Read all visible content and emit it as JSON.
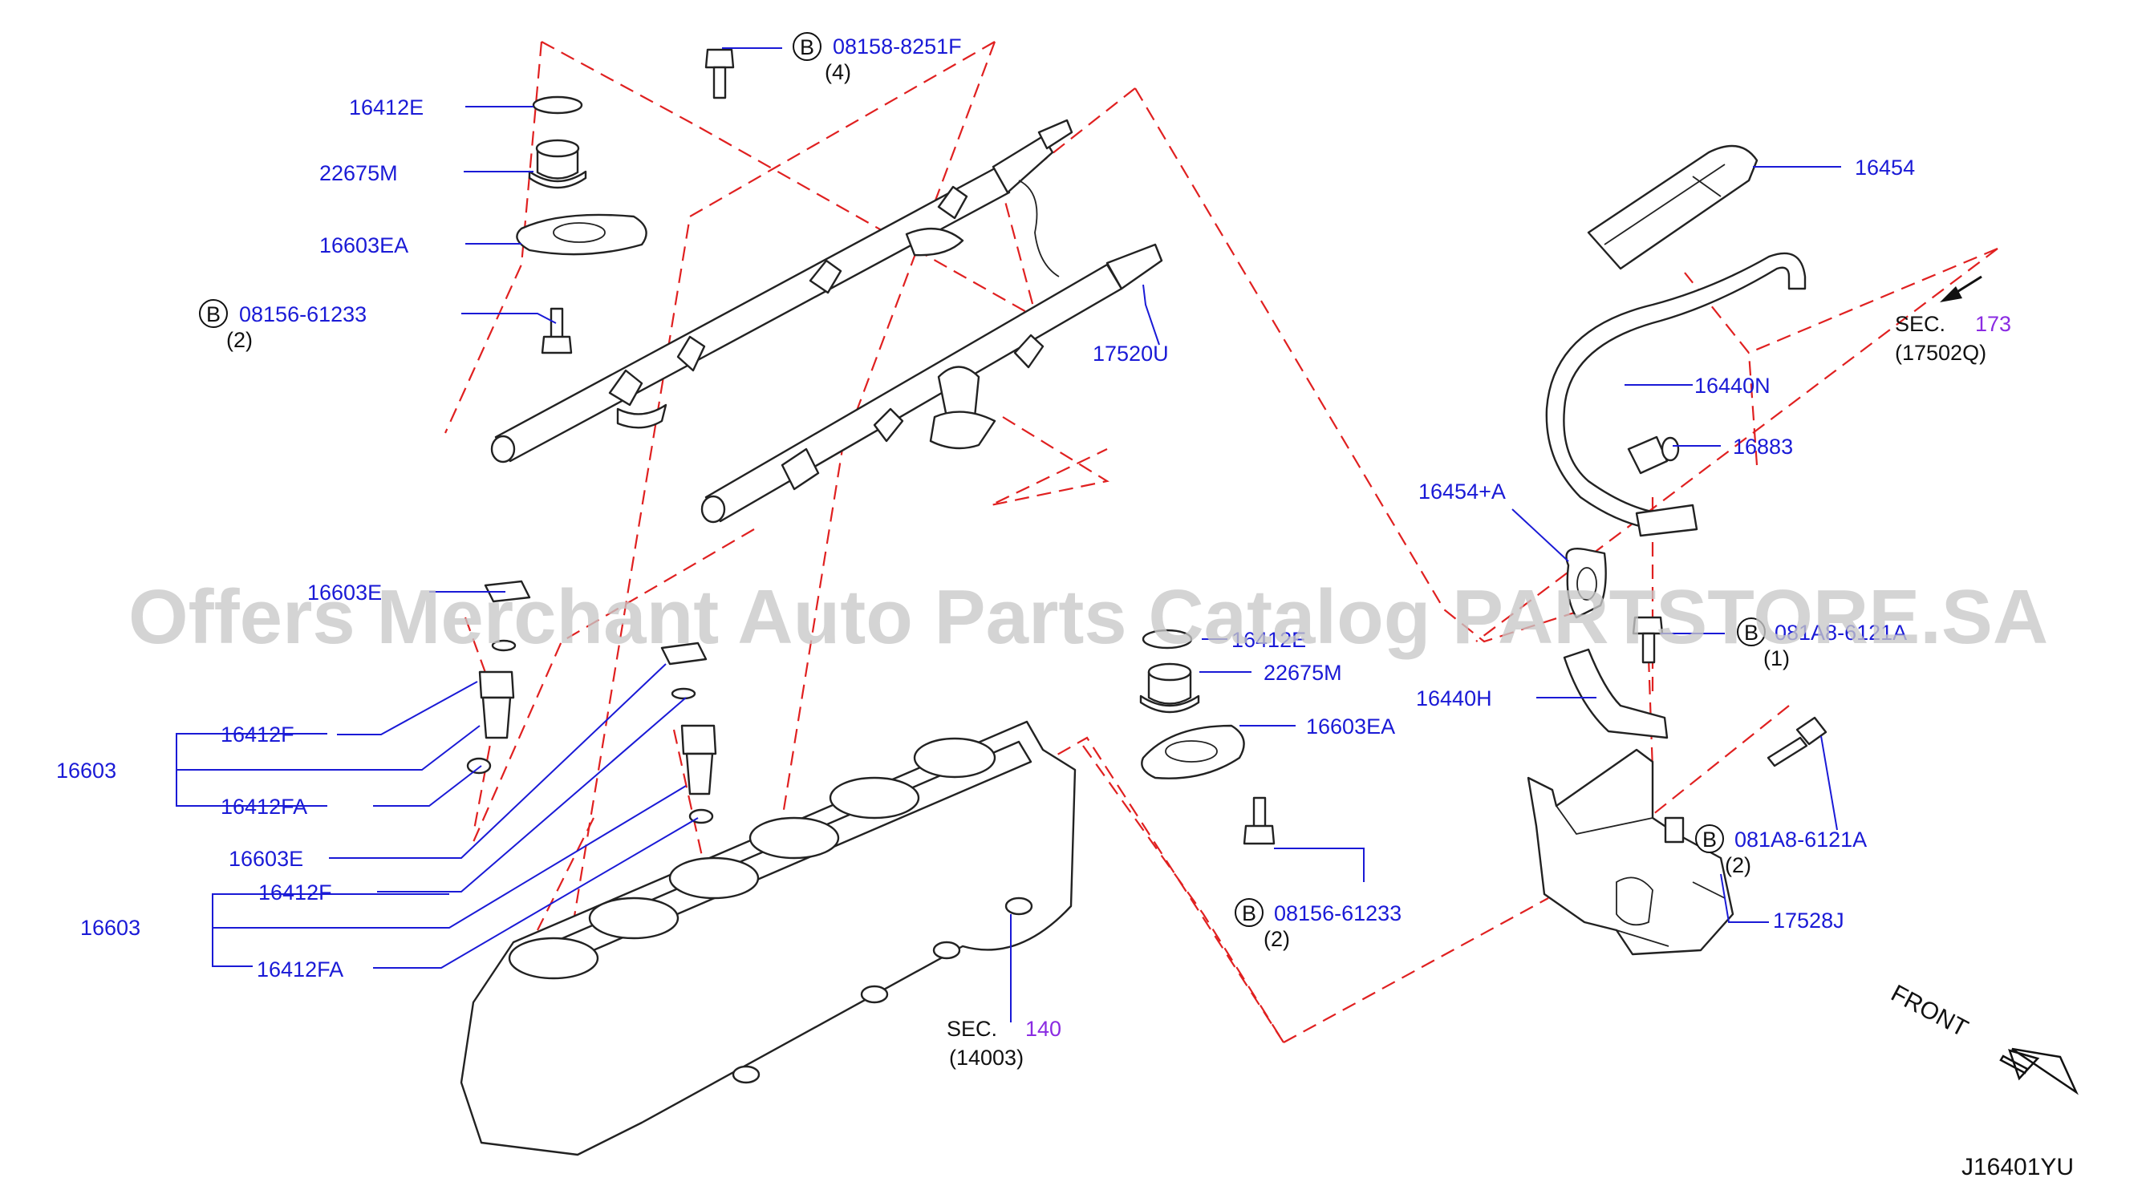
{
  "labels": {
    "p16412E_top": "16412E",
    "p22675M_top": "22675M",
    "p16603EA_top": "16603EA",
    "b08156_top": "08156-61233",
    "b08156_top_qty": "(2)",
    "b08158": "08158-8251F",
    "b08158_qty": "(4)",
    "p17520U": "17520U",
    "p16603E_left": "16603E",
    "p16412F_a": "16412F",
    "p16603_a": "16603",
    "p16412FA_a": "16412FA",
    "p16603E_mid": "16603E",
    "p16412F_b": "16412F",
    "p16603_b": "16603",
    "p16412FA_b": "16412FA",
    "p16412E_mid": "16412E",
    "p22675M_mid": "22675M",
    "p16603EA_mid": "16603EA",
    "b08156_low": "08156-61233",
    "b08156_low_qty": "(2)",
    "sec140_prefix": "SEC.",
    "sec140_num": "140",
    "sec140_ref": "(14003)",
    "p16454": "16454",
    "sec173_prefix": "SEC.",
    "sec173_num": "173",
    "sec173_ref": "(17502Q)",
    "p16440N": "16440N",
    "p16883": "16883",
    "p16454A": "16454+A",
    "b081A8_top": "081A8-6121A",
    "b081A8_top_qty": "(1)",
    "p16440H": "16440H",
    "b081A8_low": "081A8-6121A",
    "b081A8_low_qty": "(2)",
    "p17528J": "17528J",
    "front": "FRONT",
    "diagram_id": "J16401YU",
    "b_marker": "B"
  },
  "watermark": "Offers Merchant Auto Parts Catalog PARTSTORE.SA",
  "colors": {
    "part_number": "#1a1ad6",
    "section_number": "#8a2be2",
    "dashed_guide": "#e02020",
    "outline": "#222222",
    "watermark": "#c8c8c8"
  }
}
